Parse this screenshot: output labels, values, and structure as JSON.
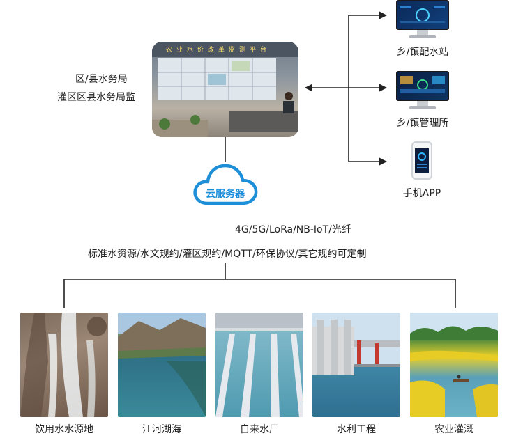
{
  "center": {
    "lines": [
      "区/县水务局",
      "灌区区县水务局监"
    ]
  },
  "screens": [
    "农业水价改革监测平台"
  ],
  "cloud": {
    "label": "云服务器"
  },
  "network": {
    "line1": "4G/5G/LoRa/NB-IoT/光纤",
    "line2": "标准水资源/水文规约/灌区规约/MQTT/环保协议/其它规约可定制"
  },
  "clients": [
    {
      "label": "乡/镇配水站",
      "icon": "desktop-monitor-icon"
    },
    {
      "label": "乡/镇管理所",
      "icon": "desktop-monitor-icon"
    },
    {
      "label": "手机APP",
      "icon": "mobile-phone-icon"
    }
  ],
  "sources": [
    {
      "label": "饮用水水源地"
    },
    {
      "label": "江河湖海"
    },
    {
      "label": "自来水厂"
    },
    {
      "label": "水利工程"
    },
    {
      "label": "农业灌溉"
    }
  ],
  "colors": {
    "line": "#222222",
    "cloud": "#1c8fd8"
  }
}
